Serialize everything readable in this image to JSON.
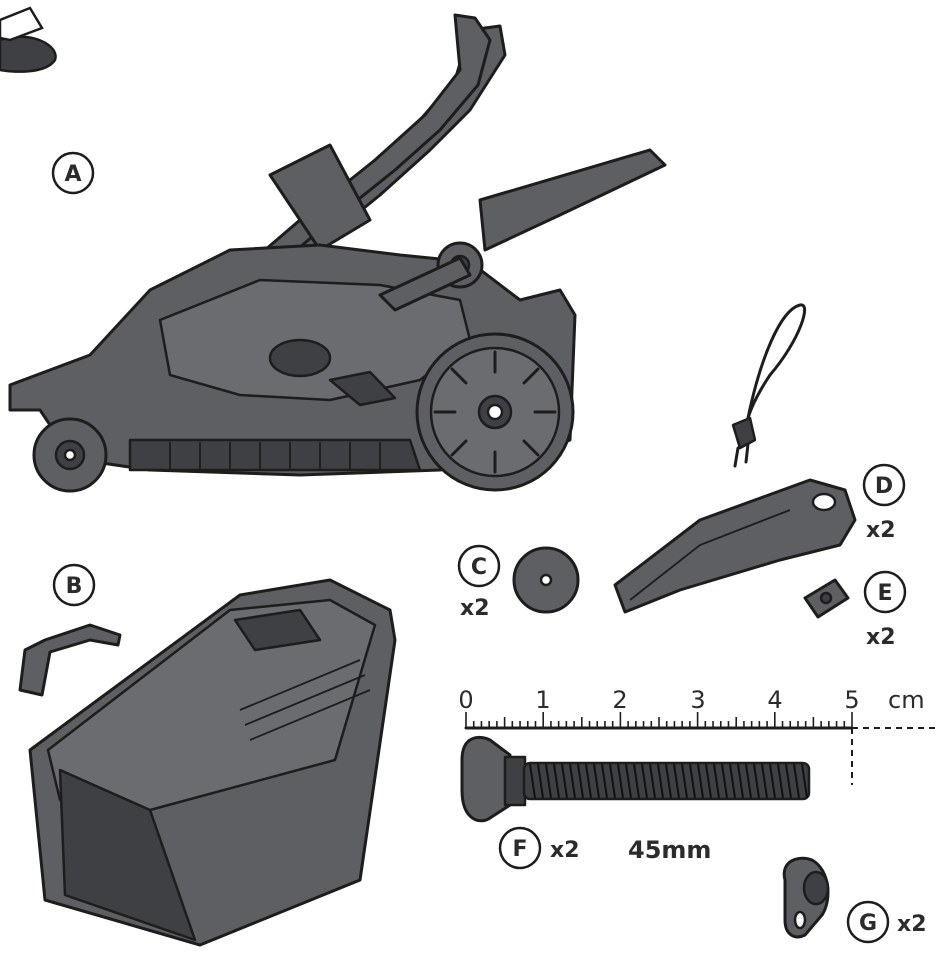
{
  "parts": [
    {
      "id": "A",
      "qty": ""
    },
    {
      "id": "B",
      "qty": ""
    },
    {
      "id": "C",
      "qty": "x2"
    },
    {
      "id": "D",
      "qty": "x2"
    },
    {
      "id": "E",
      "qty": "x2"
    },
    {
      "id": "F",
      "qty": "x2"
    },
    {
      "id": "G",
      "qty": "x2"
    }
  ],
  "ruler": {
    "ticks": [
      "0",
      "1",
      "2",
      "3",
      "4",
      "5"
    ],
    "unit": "cm"
  },
  "bolt_length": "45mm",
  "colors": {
    "part_fill": "#5d5f63",
    "outline": "#1d1d1d",
    "label_ring": "#1d1d1d"
  },
  "icons": [
    "lawnmower",
    "grass-box",
    "washer",
    "lever",
    "nut",
    "carriage-bolt",
    "cable-clip",
    "power-cord"
  ]
}
